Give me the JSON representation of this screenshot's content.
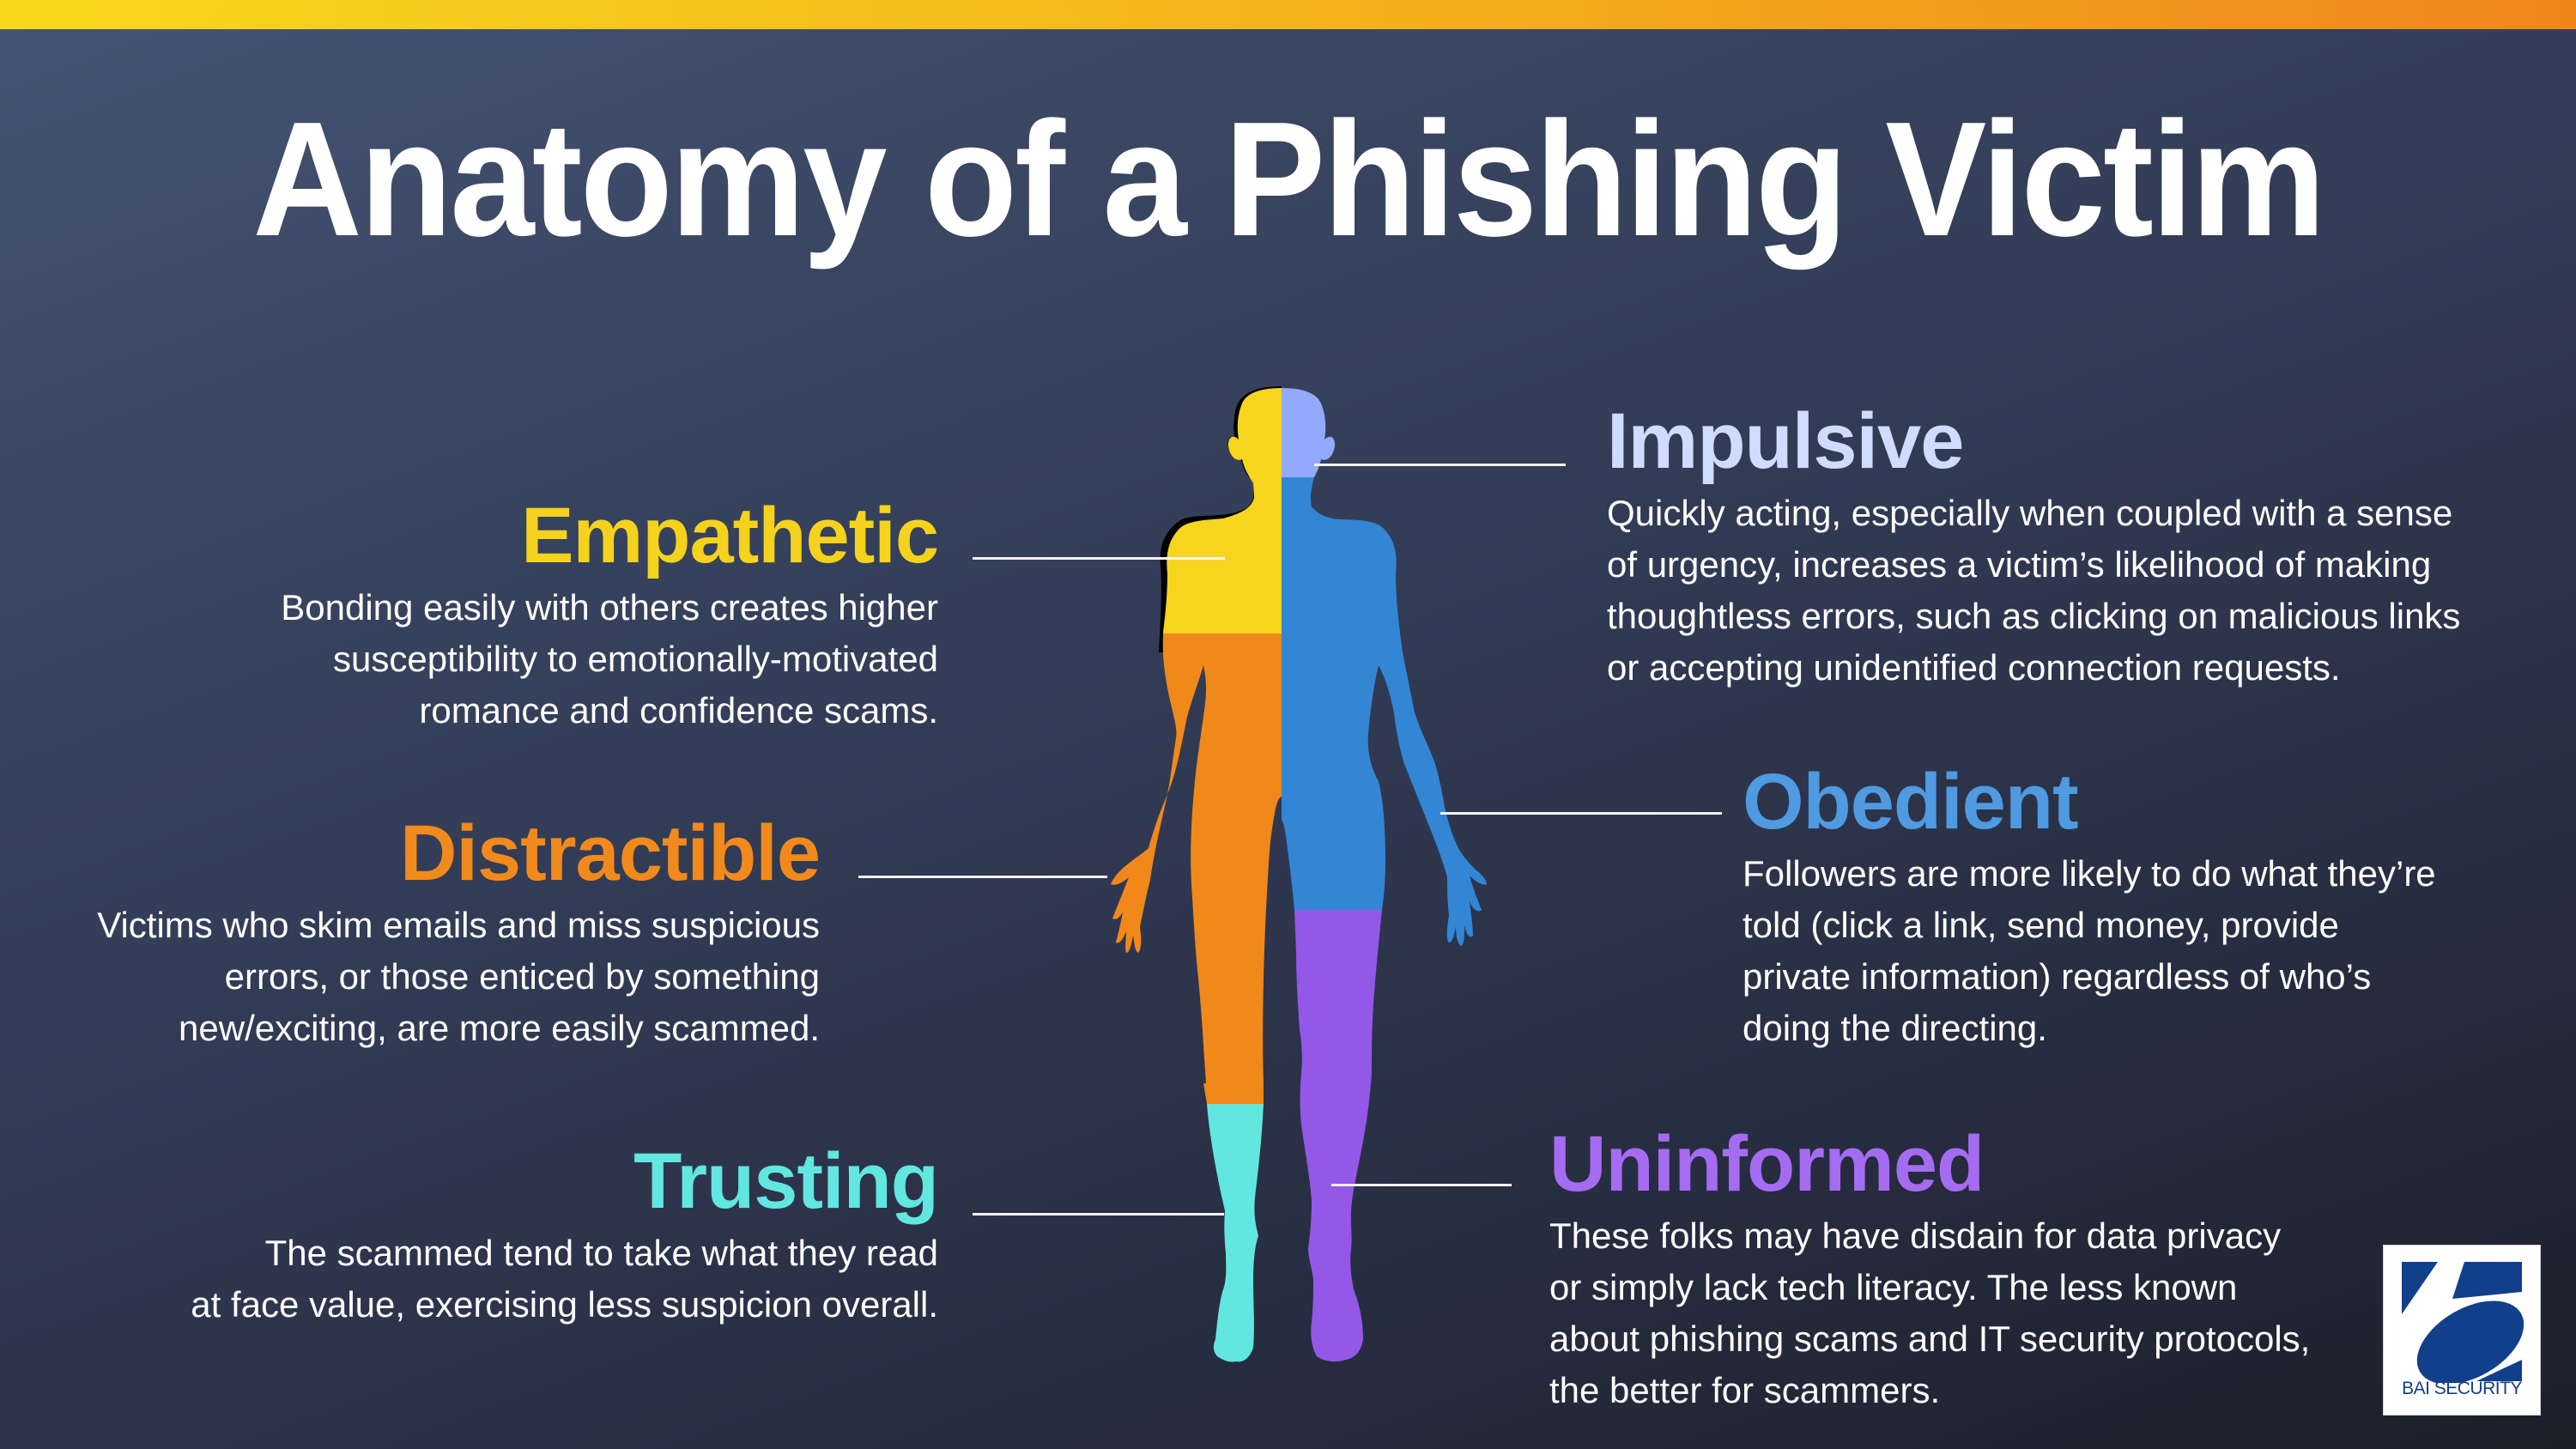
{
  "header": {
    "title": "Anatomy of a Phishing Victim",
    "topbar_gradient": [
      "#f8d81c",
      "#f0861b"
    ]
  },
  "traits": {
    "empathetic": {
      "heading": "Empathetic",
      "color": "#f5d31c",
      "body_lines": [
        "Bonding easily with others creates higher",
        "susceptibility to emotionally-motivated",
        "romance and confidence scams."
      ],
      "body_part": "upper-left torso and head (left half)"
    },
    "distractible": {
      "heading": "Distractible",
      "color": "#f18a1c",
      "body_lines": [
        "Victims who skim emails and miss suspicious",
        "errors, or those enticed by something",
        "new/exciting, are more easily scammed."
      ],
      "body_part": "left arm, lower torso and thigh"
    },
    "trusting": {
      "heading": "Trusting",
      "color": "#62e6e0",
      "body_lines": [
        "The scammed tend to take what they read",
        "at face value, exercising less suspicion overall."
      ],
      "body_part": "left lower leg and foot"
    },
    "impulsive": {
      "heading": "Impulsive",
      "color": "#cfdcff",
      "body_lines": [
        "Quickly acting, especially when coupled with a sense",
        "of urgency, increases a victim’s likelihood of making",
        "thoughtless errors, such as clicking on malicious links",
        "or accepting unidentified connection requests."
      ],
      "body_part": "right half of head"
    },
    "obedient": {
      "heading": "Obedient",
      "color": "#4f9ae0",
      "body_lines": [
        "Followers are more likely to do what they’re",
        "told (click a link, send money, provide",
        "private information) regardless of who’s",
        "doing the directing."
      ],
      "body_part": "right torso and arm"
    },
    "uninformed": {
      "heading": "Uninformed",
      "color": "#a56cf2",
      "body_lines": [
        "These folks may have disdain for data privacy",
        "or simply lack tech literacy. The less known",
        "about phishing scams and IT security protocols,",
        "the better for scammers."
      ],
      "body_part": "right leg"
    }
  },
  "figure": {
    "colors": {
      "head_left": "#f6d51e",
      "head_right": "#93a9fb",
      "upper_left": "#f6d51e",
      "lower_left": "#f0891a",
      "right_body": "#3386d4",
      "right_leg": "#9358e8",
      "left_shin": "#62e6e0"
    }
  },
  "logo": {
    "text": "BAI SECURITY",
    "color": "#123f8a"
  }
}
